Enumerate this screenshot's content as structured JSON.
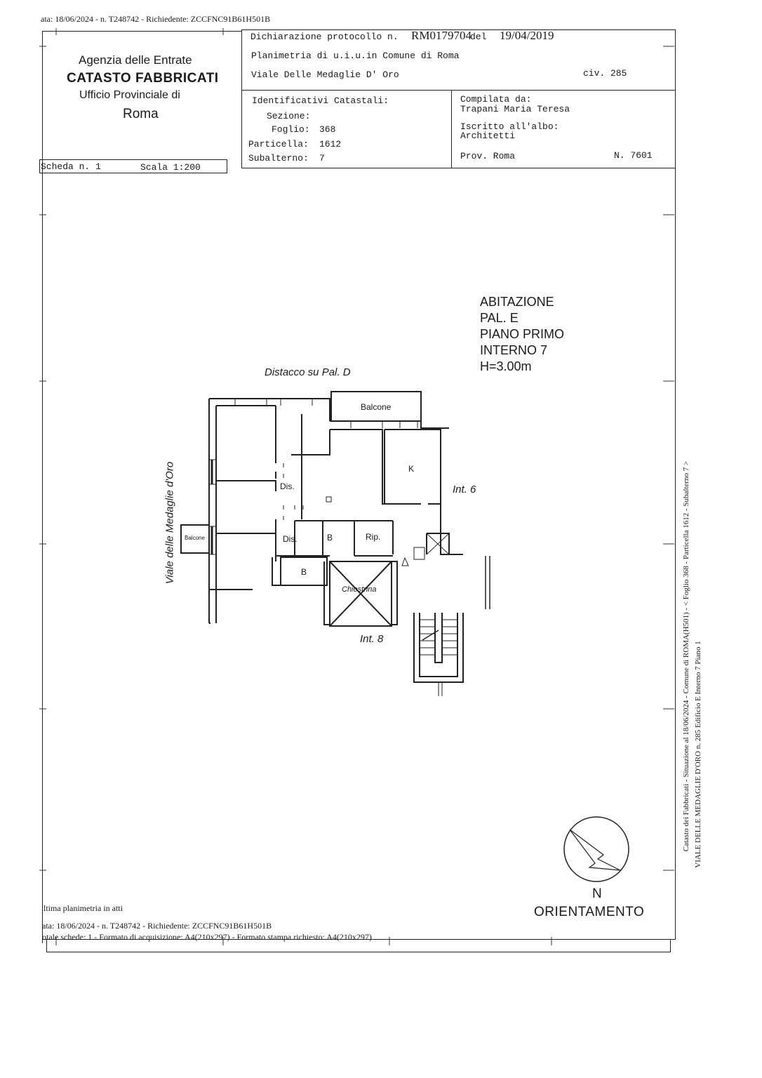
{
  "top_stamp": "ata: 18/06/2024 - n. T248742 - Richiedente: ZCCFNC91B61H501B",
  "agency": {
    "line1": "Agenzia delle Entrate",
    "line2": "CATASTO FABBRICATI",
    "line3": "Ufficio Provinciale di",
    "line4": "Roma"
  },
  "header": {
    "protocol_label": "Dichiarazione protocollo n.",
    "protocol_number": "RM0179704",
    "protocol_del": "del",
    "protocol_date": "19/04/2019",
    "planimetria": "Planimetria di u.i.u.in Comune di Roma",
    "address": "Viale Delle Medaglie D' Oro",
    "civico": "civ. 285"
  },
  "identificativi": {
    "title": "Identificativi Catastali:",
    "sezione_label": "Sezione:",
    "sezione_value": "",
    "foglio_label": "Foglio:",
    "foglio_value": "368",
    "particella_label": "Particella:",
    "particella_value": "1612",
    "subalterno_label": "Subalterno:",
    "subalterno_value": "7"
  },
  "compilata": {
    "label": "Compilata da:",
    "name": "Trapani Maria Teresa",
    "iscritto_label": "Iscritto all'albo:",
    "albo": "Architetti",
    "prov": "Prov. Roma",
    "number": "N. 7601"
  },
  "scheda": {
    "scheda": "Scheda n. 1",
    "scala": "Scala 1:200"
  },
  "plan_info": {
    "line1": "ABITAZIONE",
    "line2": "PAL. E",
    "line3": "PIANO PRIMO",
    "line4": "INTERNO 7",
    "line5": "H=3.00m"
  },
  "plan_labels": {
    "distacco": "Distacco su Pal. D",
    "balcone_top": "Balcone",
    "balcone_left": "Balcone",
    "street": "Viale delle Medaglie d'Oro",
    "k": "K",
    "dis1": "Dis.",
    "dis2": "Dis.",
    "b1": "B",
    "b2": "B",
    "rip": "Rip.",
    "chiostrina": "Chiostrina",
    "int6": "Int. 6",
    "int8": "Int. 8"
  },
  "orientation": {
    "north": "N",
    "label": "ORIENTAMENTO"
  },
  "side_text": {
    "line1": "Catasto dei Fabbricati - Situazione al 18/06/2024 - Comune di ROMA(H501) - < Foglio 368 - Particella 1612 - Subalterno 7 >",
    "line2": "VIALE DELLE MEDAGLIE D'ORO n. 285 Edificio E Interno 7 Piano 1"
  },
  "footer": {
    "ultima": "ltima planimetria in atti",
    "data": "ata: 18/06/2024 - n. T248742 - Richiedente: ZCCFNC91B61H501B",
    "schede": "otale schede: 1 - Formato di acquisizione: A4(210x297) - Formato stampa richiesto: A4(210x297)"
  }
}
